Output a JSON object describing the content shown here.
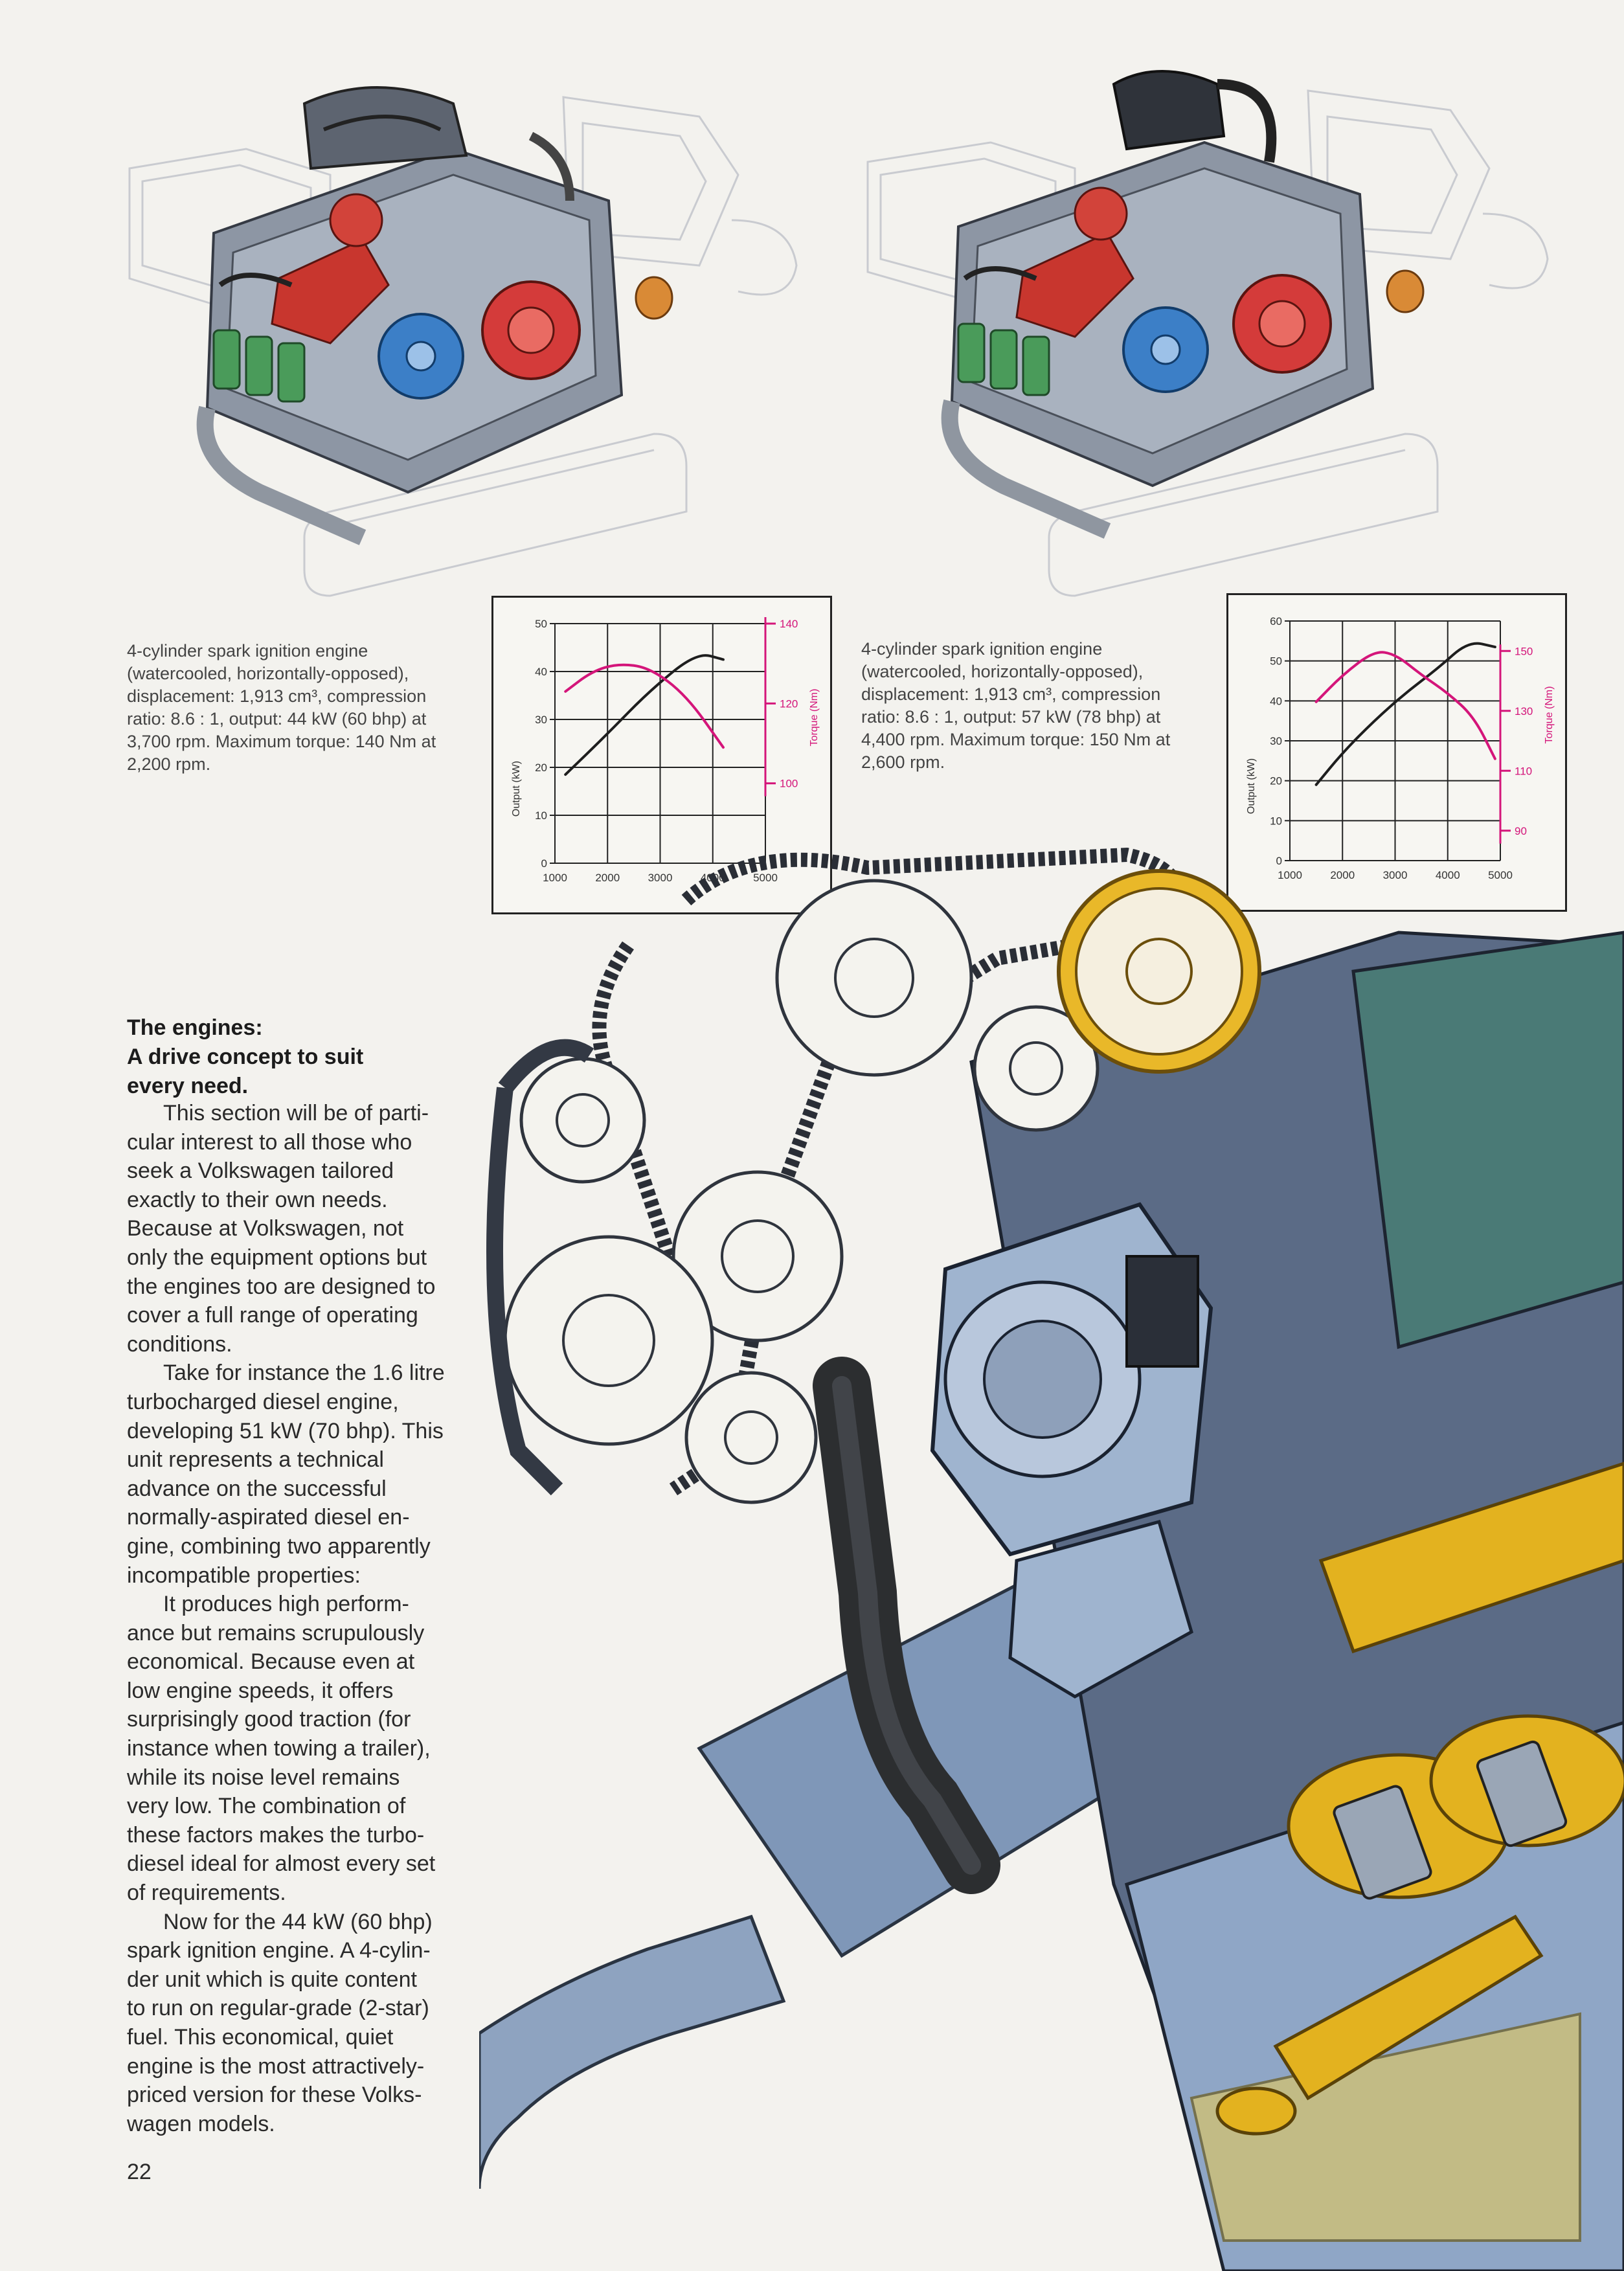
{
  "captions": {
    "left": [
      "4-cylinder spark ignition engine",
      "(watercooled, horizontally-opposed),",
      "displacement: 1,913 cm³, compression",
      "ratio: 8.6 : 1, output: 44 kW (60 bhp) at",
      "3,700 rpm. Maximum torque: 140 Nm at",
      "2,200 rpm."
    ],
    "right": [
      "4-cylinder spark ignition engine",
      "(watercooled, horizontally-opposed),",
      "displacement: 1,913 cm³, compression",
      "ratio: 8.6 : 1, output: 57 kW (78 bhp) at",
      "4,400 rpm. Maximum torque: 150 Nm at",
      "2,600 rpm."
    ]
  },
  "heading": [
    "The engines:",
    "A drive concept to suit",
    "every need."
  ],
  "body": [
    {
      "t": "This section will be of parti-",
      "indent": true
    },
    {
      "t": "cular interest to all those who"
    },
    {
      "t": "seek a Volkswagen tailored"
    },
    {
      "t": "exactly to their own needs."
    },
    {
      "t": "Because at Volkswagen, not"
    },
    {
      "t": "only the equipment options but"
    },
    {
      "t": "the engines too are designed to"
    },
    {
      "t": "cover a full range of operating"
    },
    {
      "t": "conditions."
    },
    {
      "t": "Take for instance the 1.6 litre",
      "indent": true
    },
    {
      "t": "turbocharged diesel engine,"
    },
    {
      "t": "developing 51 kW (70 bhp). This"
    },
    {
      "t": "unit represents a technical"
    },
    {
      "t": "advance on the successful"
    },
    {
      "t": "normally-aspirated diesel en-"
    },
    {
      "t": "gine, combining two apparently"
    },
    {
      "t": "incompatible properties:"
    },
    {
      "t": "It produces high perform-",
      "indent": true
    },
    {
      "t": "ance but remains scrupulously"
    },
    {
      "t": "economical. Because even at"
    },
    {
      "t": "low engine speeds, it offers"
    },
    {
      "t": "surprisingly good traction (for"
    },
    {
      "t": "instance when towing a trailer),"
    },
    {
      "t": "while its noise level remains"
    },
    {
      "t": "very low. The combination of"
    },
    {
      "t": "these factors makes the turbo-"
    },
    {
      "t": "diesel ideal for almost every set"
    },
    {
      "t": "of requirements."
    },
    {
      "t": "Now for the 44 kW (60 bhp)",
      "indent": true
    },
    {
      "t": "spark ignition engine. A 4-cylin-"
    },
    {
      "t": "der unit which is quite content"
    },
    {
      "t": "to run on regular-grade (2-star)"
    },
    {
      "t": "fuel. This economical, quiet"
    },
    {
      "t": "engine is the most attractively-"
    },
    {
      "t": "priced version for these Volks-"
    },
    {
      "t": "wagen models."
    }
  ],
  "page_number": "22",
  "colors": {
    "output_curve": "#1e1e1e",
    "torque_curve": "#d4157a",
    "paper": "#f3f2ee"
  },
  "chart_data": [
    {
      "type": "line",
      "ylabel": "Output (kW)",
      "y2label": "Torque (Nm)",
      "xlim": [
        1000,
        5000
      ],
      "ylim": [
        0,
        50
      ],
      "y2lim": [
        80,
        140
      ],
      "x_ticks": [
        "1000",
        "2000",
        "3000",
        "4000",
        "5000"
      ],
      "y_ticks": [
        "0",
        "10",
        "20",
        "30",
        "40",
        "50"
      ],
      "y2_ticks": [
        "100",
        "120",
        "140"
      ],
      "series": [
        {
          "axis": "left",
          "x": [
            1200,
            2000,
            2800,
            3700,
            4200
          ],
          "values": [
            18.5,
            27,
            36,
            44,
            42.5
          ]
        },
        {
          "axis": "right",
          "x": [
            1200,
            1700,
            2200,
            2800,
            3500,
            4200
          ],
          "values": [
            123,
            128,
            130,
            129,
            122,
            109
          ]
        }
      ]
    },
    {
      "type": "line",
      "ylabel": "Output (kW)",
      "y2label": "Torque (Nm)",
      "xlim": [
        1000,
        5000
      ],
      "ylim": [
        0,
        60
      ],
      "y2lim": [
        80,
        160
      ],
      "x_ticks": [
        "1000",
        "2000",
        "3000",
        "4000",
        "5000"
      ],
      "y_ticks": [
        "0",
        "10",
        "20",
        "30",
        "40",
        "50",
        "60"
      ],
      "y2_ticks": [
        "90",
        "110",
        "130",
        "150"
      ],
      "series": [
        {
          "axis": "left",
          "x": [
            1500,
            2000,
            2600,
            3200,
            3800,
            4400,
            4900
          ],
          "values": [
            19,
            27,
            35,
            42,
            48,
            55,
            53.5
          ]
        },
        {
          "axis": "right",
          "x": [
            1500,
            2000,
            2600,
            3000,
            3500,
            4000,
            4500,
            4900
          ],
          "values": [
            133,
            142,
            150,
            149,
            142,
            136,
            128,
            114
          ]
        }
      ]
    }
  ]
}
